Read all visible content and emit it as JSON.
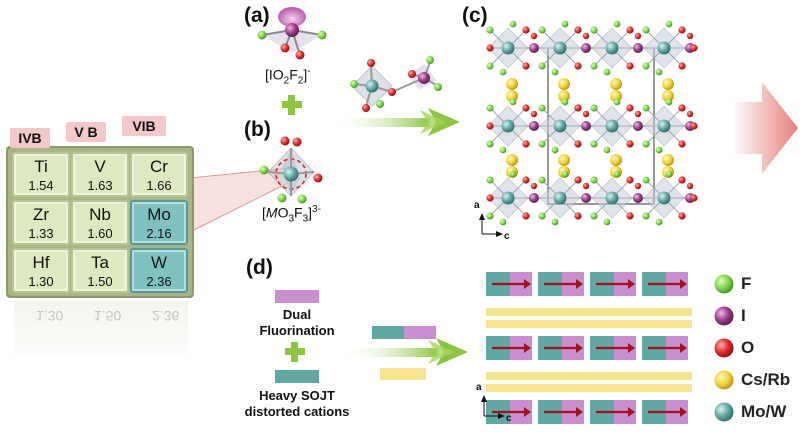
{
  "panels": {
    "a": "(a)",
    "b": "(b)",
    "c": "(c)",
    "d": "(d)"
  },
  "formulas": {
    "a_base": "[IO",
    "a_sub1": "2",
    "a_mid": "F",
    "a_sub2": "2",
    "a_end": "]",
    "a_sup": "-",
    "b_base": "[",
    "b_m": "M",
    "b_o": "O",
    "b_sub1": "3",
    "b_f": "F",
    "b_sub2": "3",
    "b_end": "]",
    "b_sup": "3-"
  },
  "periodic_table": {
    "groups": [
      "IVB",
      "V B",
      "VIB"
    ],
    "cells": [
      {
        "symbol": "Ti",
        "value": "1.54",
        "highlight": false
      },
      {
        "symbol": "V",
        "value": "1.63",
        "highlight": false
      },
      {
        "symbol": "Cr",
        "value": "1.66",
        "highlight": false
      },
      {
        "symbol": "Zr",
        "value": "1.33",
        "highlight": false
      },
      {
        "symbol": "Nb",
        "value": "1.60",
        "highlight": false
      },
      {
        "symbol": "Mo",
        "value": "2.16",
        "highlight": true
      },
      {
        "symbol": "Hf",
        "value": "1.30",
        "highlight": false
      },
      {
        "symbol": "Ta",
        "value": "1.50",
        "highlight": false
      },
      {
        "symbol": "W",
        "value": "2.36",
        "highlight": true
      }
    ],
    "reflection": [
      "1.30",
      "1.50",
      "2.36"
    ]
  },
  "panel_d": {
    "dual_line1": "Dual",
    "dual_line2": "Fluorination",
    "heavy_line1": "Heavy SOJT",
    "heavy_line2": "distorted cations"
  },
  "axes": {
    "c_a": "a",
    "c_c": "c",
    "d_a": "a",
    "d_c": "c"
  },
  "legend": [
    {
      "label": "F",
      "color": "#7ed64a"
    },
    {
      "label": "I",
      "color": "#9b3c8c"
    },
    {
      "label": "O",
      "color": "#e02b2b"
    },
    {
      "label": "Cs/Rb",
      "color": "#f2d43a"
    },
    {
      "label": "Mo/W",
      "color": "#6cc4c0"
    }
  ],
  "colors": {
    "table_cell": "#dfe9c0",
    "table_highlight": "#7fc2c2",
    "dual_bar": "#c98fd1",
    "heavy_bar": "#5fa8a4",
    "cs_bar": "#f6e58c",
    "arrow_red": "#a3101a",
    "green_arrow": "#8cc63f"
  }
}
